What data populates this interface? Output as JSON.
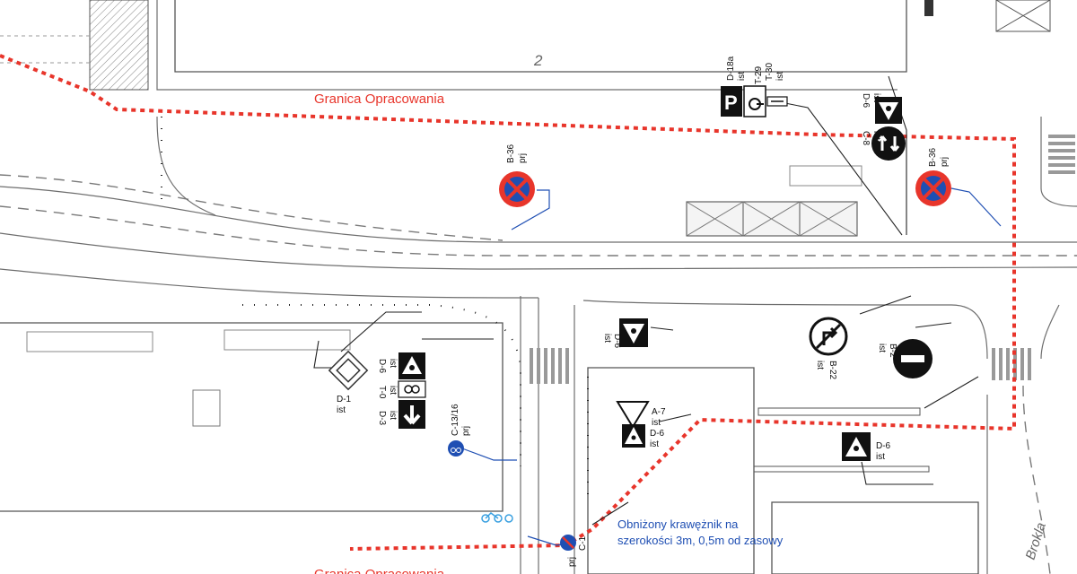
{
  "map": {
    "boundary_label_top": "Granica Opracowania",
    "boundary_label_bottom": "Granica Opracowania",
    "plot_number": "2",
    "street_name": "Brokla",
    "annotation_line1": "Obniżony krawężnik na",
    "annotation_line2": "szerokości 3m, 0,5m od zasowy",
    "colors": {
      "boundary": "#e8352b",
      "prohibition_red": "#e8352b",
      "prohibition_blue": "#1f4fb3",
      "annotation_blue": "#1f4fb3",
      "sign_black": "#111111",
      "linework": "#6e6e6e"
    }
  },
  "signs": [
    {
      "id": "b36-top-left",
      "icon": "no-stopping-sign-icon",
      "code": "B-36",
      "status": "prj"
    },
    {
      "id": "b36-top-right",
      "icon": "no-stopping-sign-icon",
      "code": "B-36",
      "status": "prj"
    },
    {
      "id": "d18a-group",
      "icon": "parking-sign-icon",
      "code": "D-18a",
      "status": "ist"
    },
    {
      "id": "t29-group",
      "icon": "wheelchair-plate-icon",
      "code": "T-29",
      "status": "ist"
    },
    {
      "id": "t30-group",
      "icon": "distance-plate-icon",
      "code": "T-30",
      "status": "ist"
    },
    {
      "id": "d6-top",
      "icon": "pedestrian-crossing-sign-icon",
      "code": "D-6",
      "status": "ist"
    },
    {
      "id": "c8-top",
      "icon": "roundabout-keep-sign-icon",
      "code": "C-8",
      "status": "ist"
    },
    {
      "id": "d6-mid",
      "icon": "pedestrian-crossing-sign-icon",
      "code": "D-6",
      "status": "ist"
    },
    {
      "id": "b22",
      "icon": "no-right-turn-sign-icon",
      "code": "B-22",
      "status": "ist"
    },
    {
      "id": "b2",
      "icon": "no-entry-sign-icon",
      "code": "B-2",
      "status": "ist"
    },
    {
      "id": "d1",
      "icon": "priority-road-sign-icon",
      "code": "D-1",
      "status": "ist"
    },
    {
      "id": "d6-left",
      "icon": "pedestrian-crossing-sign-icon",
      "code": "D-6",
      "status": "ist"
    },
    {
      "id": "t0-left",
      "icon": "supplementary-plate-icon",
      "code": "T-0",
      "status": "ist"
    },
    {
      "id": "d3-left",
      "icon": "one-way-sign-icon",
      "code": "D-3",
      "status": "ist"
    },
    {
      "id": "c1316",
      "icon": "cycle-path-sign-icon",
      "code": "C-13/16",
      "status": "prj"
    },
    {
      "id": "a7",
      "icon": "give-way-sign-icon",
      "code": "A-7",
      "status": "ist"
    },
    {
      "id": "d6-centre",
      "icon": "pedestrian-crossing-sign-icon",
      "code": "D-6",
      "status": "ist"
    },
    {
      "id": "d6-right",
      "icon": "pedestrian-crossing-sign-icon",
      "code": "D-6",
      "status": "ist"
    },
    {
      "id": "c-bottom",
      "icon": "cycle-path-sign-icon",
      "code": "C-1",
      "status": "prj"
    }
  ]
}
